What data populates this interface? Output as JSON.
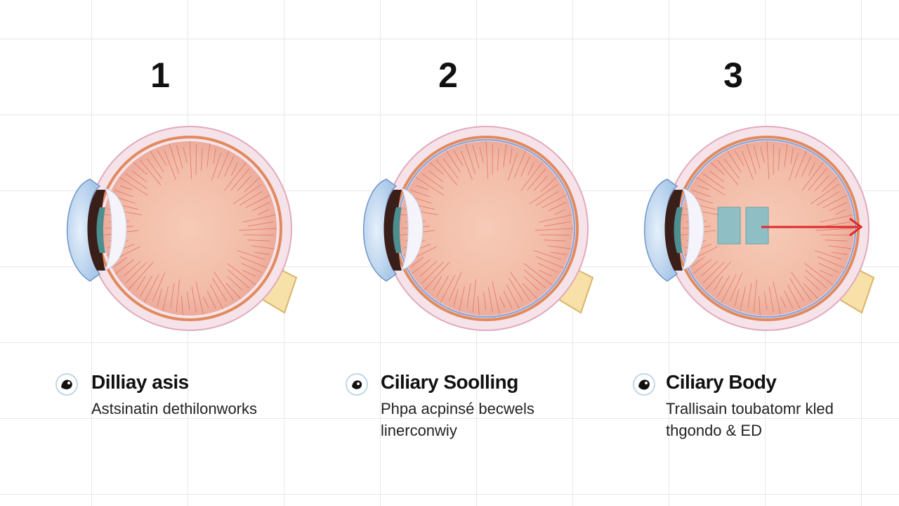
{
  "panels": [
    {
      "number": "1",
      "title": "Dilliay asis",
      "description": "Astsinatin dethilonworks",
      "icon": "eye-badge-icon"
    },
    {
      "number": "2",
      "title": "Ciliary Soolling",
      "description": "Phpa acpinsé becwels linerconwiy",
      "icon": "eye-badge-icon"
    },
    {
      "number": "3",
      "title": "Ciliary Body",
      "description": "Trallisain toubatomr kled thgondo & ED",
      "icon": "eye-badge-icon"
    }
  ],
  "colors": {
    "sclera_outer": "#f6e3ea",
    "retina": "#f1b7a5",
    "vessel": "#e0574f",
    "cornea": "#cfe2f5",
    "optic_nerve": "#f7e1a8",
    "marker_blocks": "#8fbfc4",
    "arrow": "#e02929"
  }
}
